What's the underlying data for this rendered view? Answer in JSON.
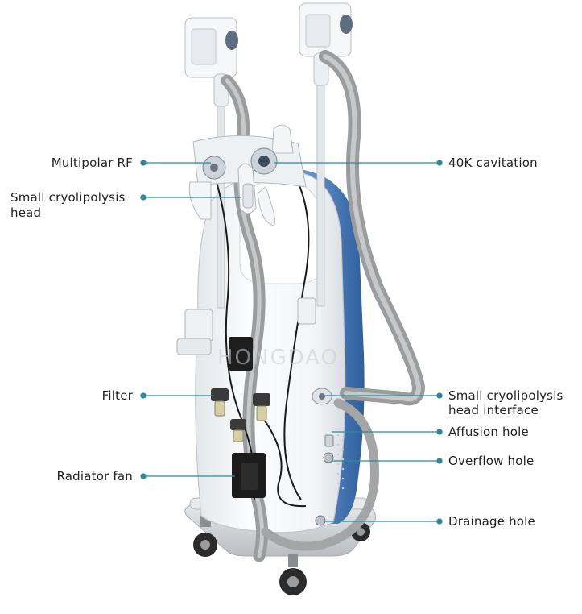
{
  "watermark": "HONGDAO",
  "labels": {
    "multipolar_rf": "Multipolar RF",
    "small_cryo_head_line1": "Small cryolipolysis",
    "small_cryo_head_line2": "head",
    "filter": "Filter",
    "radiator_fan": "Radiator fan",
    "cavitation_40k": "40K cavitation",
    "small_cryo_interface_line1": "Small cryolipolysis",
    "small_cryo_interface_line2": "head interface",
    "affusion_hole": "Affusion hole",
    "overflow_hole": "Overflow hole",
    "drainage_hole": "Drainage hole"
  },
  "colors": {
    "leader": "#2a8a9a",
    "machine_body": "#f4f6f8",
    "machine_edge": "#c9ced4",
    "accent_blue": "#3f74b6",
    "hose": "#9a9c9e",
    "cable": "#1a1a1a",
    "base": "#d4d7da",
    "wheel": "#2b2b2b"
  }
}
